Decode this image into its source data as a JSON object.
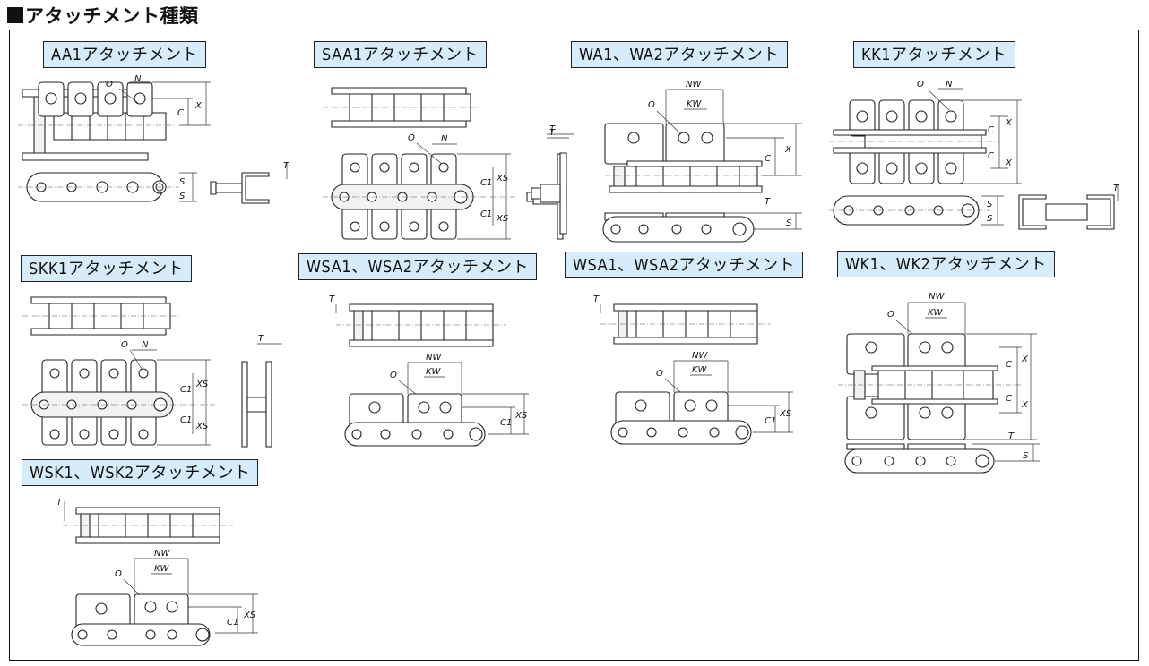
{
  "page": {
    "title": "アタッチメント種類"
  },
  "attachments": [
    {
      "id": "aa1",
      "label": "AA1アタッチメント",
      "dims": [
        "O",
        "N",
        "C",
        "X",
        "S",
        "S",
        "T"
      ]
    },
    {
      "id": "saa1",
      "label": "SAA1アタッチメント",
      "dims": [
        "O",
        "N",
        "C1",
        "XS",
        "C1",
        "XS",
        "T"
      ]
    },
    {
      "id": "wa",
      "label": "WA1、WA2アタッチメント",
      "dims": [
        "NW",
        "KW",
        "O",
        "C",
        "X",
        "T",
        "S",
        "T"
      ]
    },
    {
      "id": "kk1",
      "label": "KK1アタッチメント",
      "dims": [
        "O",
        "N",
        "C",
        "X",
        "C",
        "X",
        "S",
        "S",
        "T"
      ]
    },
    {
      "id": "skk1",
      "label": "SKK1アタッチメント",
      "dims": [
        "O",
        "N",
        "C1",
        "XS",
        "C1",
        "XS",
        "T"
      ]
    },
    {
      "id": "wsa-a",
      "label": "WSA1、WSA2アタッチメント",
      "dims": [
        "T",
        "NW",
        "KW",
        "O",
        "C1",
        "XS"
      ]
    },
    {
      "id": "wsa-b",
      "label": "WSA1、WSA2アタッチメント",
      "dims": [
        "T",
        "NW",
        "KW",
        "O",
        "C1",
        "XS"
      ]
    },
    {
      "id": "wk",
      "label": "WK1、WK2アタッチメント",
      "dims": [
        "NW",
        "KW",
        "O",
        "C",
        "X",
        "C",
        "X",
        "T",
        "S"
      ]
    },
    {
      "id": "wsk",
      "label": "WSK1、WSK2アタッチメント",
      "dims": [
        "T",
        "NW",
        "KW",
        "O",
        "C1",
        "XS"
      ]
    }
  ]
}
